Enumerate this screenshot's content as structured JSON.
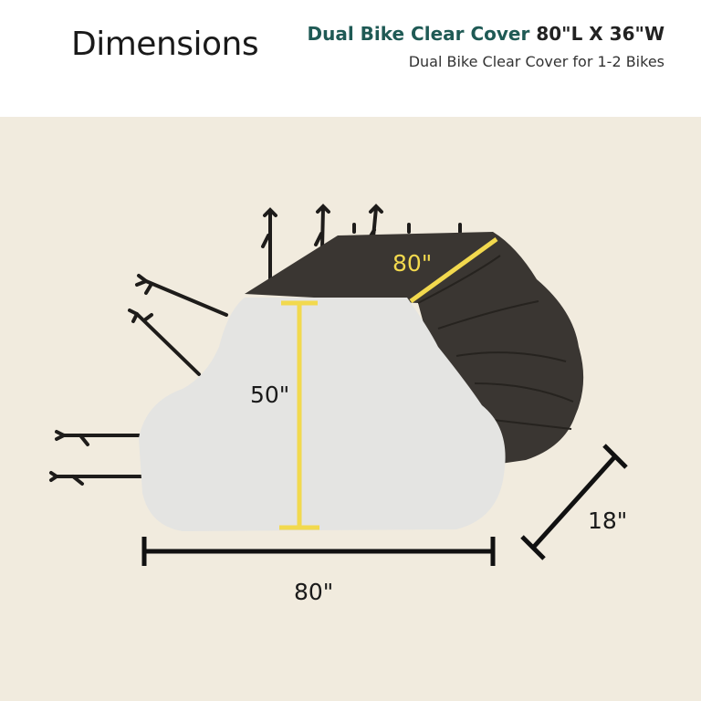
{
  "header": {
    "title": "Dimensions",
    "product_name": "Dual Bike Clear Cover",
    "product_size": "80\"L X 36\"W",
    "subtitle": "Dual Bike Clear Cover for 1-2 Bikes"
  },
  "dimensions": {
    "top_length": "80\"",
    "height": "50\"",
    "bottom_length": "80\"",
    "depth": "18\""
  },
  "colors": {
    "background": "#f1ebde",
    "cover_front": "#e4e4e2",
    "cover_dark": "#3a3632",
    "accent_yellow": "#f2d94e",
    "brand_teal": "#1f5a55"
  }
}
